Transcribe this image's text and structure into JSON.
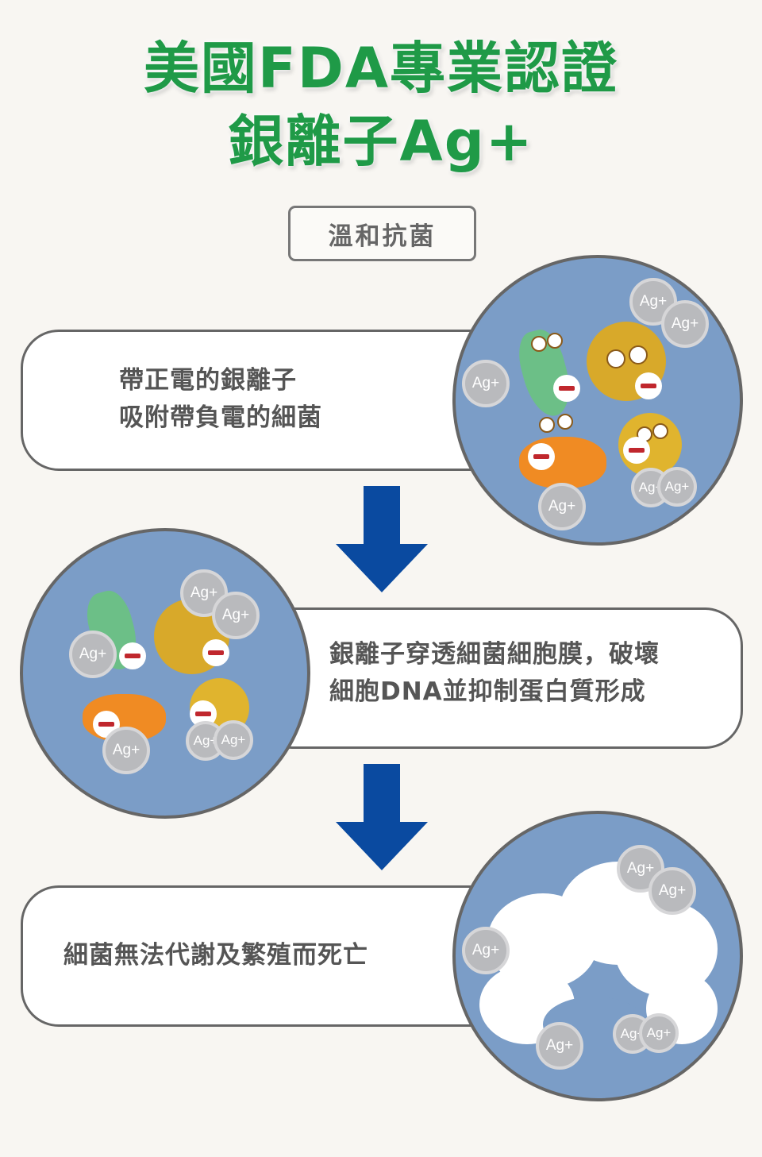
{
  "title": {
    "line1": "美國FDA專業認證",
    "line2": "銀離子Ag+"
  },
  "badge": "溫和抗菌",
  "steps": [
    {
      "lines": [
        "帶正電的銀離子",
        "吸附帶負電的細菌"
      ]
    },
    {
      "lines": [
        "銀離子穿透細菌細胞膜，破壞",
        "細胞DNA並抑制蛋白質形成"
      ]
    },
    {
      "lines": [
        "細菌無法代謝及繁殖而死亡"
      ]
    }
  ],
  "ion_label": "Ag+",
  "colors": {
    "title": "#1f9a47",
    "arrow": "#0a4aa0",
    "circle": "#7b9dc7",
    "ion": "#b9babd",
    "minus": "#c0272d"
  }
}
